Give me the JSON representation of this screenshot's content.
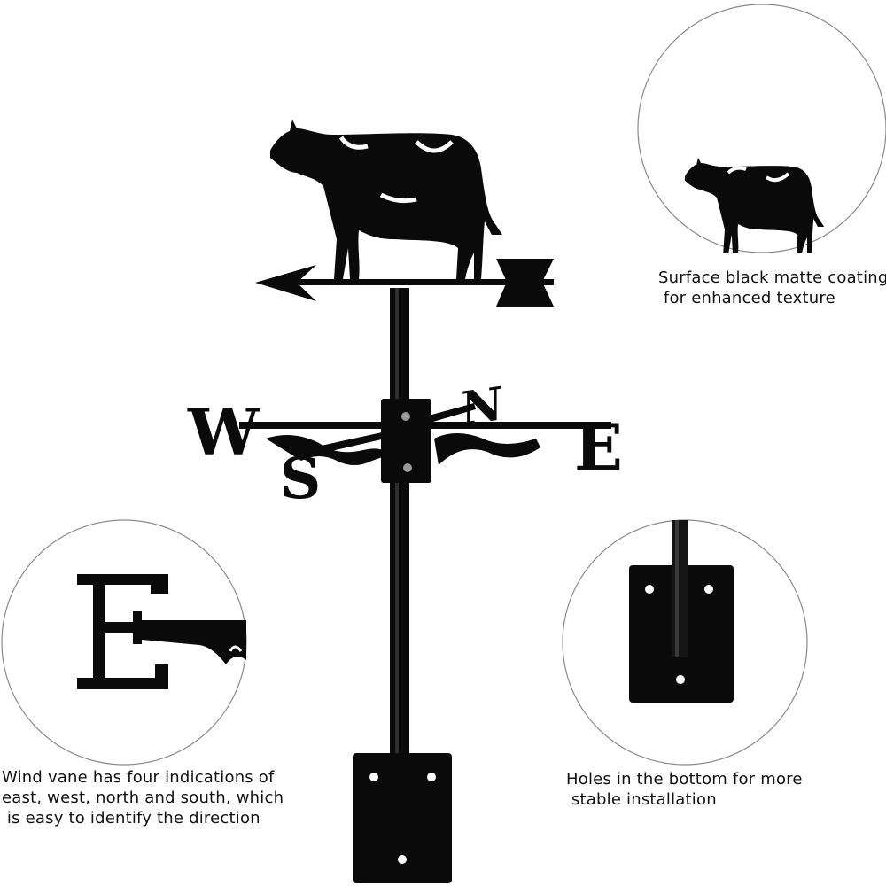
{
  "letters": {
    "west": "W",
    "east": "E",
    "north": "N",
    "south": "S"
  },
  "captions": {
    "coating": [
      "Surface black matte coating",
      " for enhanced texture"
    ],
    "directions": [
      "Wind vane has four indications of",
      "east, west, north and south, which",
      " is easy to identify the direction"
    ],
    "holes": [
      "Holes in the bottom for more",
      " stable installation"
    ]
  },
  "colors": {
    "metal": "#0a0a0a",
    "circle_border": "#8a8a8a"
  }
}
